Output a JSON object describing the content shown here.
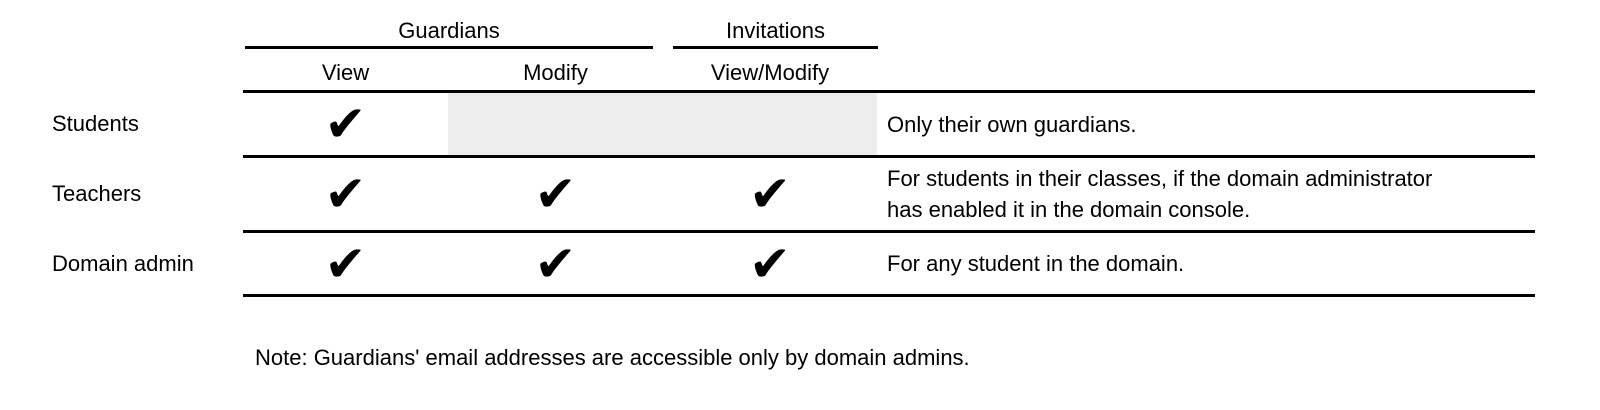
{
  "table": {
    "groups": [
      {
        "label": "Guardians",
        "sub_columns": [
          "View",
          "Modify"
        ]
      },
      {
        "label": "Invitations",
        "sub_columns": [
          "View/Modify"
        ]
      }
    ],
    "column_headers": {
      "view": "View",
      "modify": "Modify",
      "view_modify": "View/Modify"
    },
    "check_glyph": "✔",
    "rows": [
      {
        "label": "Students",
        "view": true,
        "modify": false,
        "view_modify": false,
        "shaded_cells": [
          "modify",
          "view_modify"
        ],
        "note": "Only their own guardians."
      },
      {
        "label": "Teachers",
        "view": true,
        "modify": true,
        "view_modify": true,
        "shaded_cells": [],
        "note": "For students in their classes, if the domain administrator has enabled it in the domain console."
      },
      {
        "label": "Domain admin",
        "view": true,
        "modify": true,
        "view_modify": true,
        "shaded_cells": [],
        "note": "For any student in the domain."
      }
    ]
  },
  "footnote": "Note: Guardians' email addresses are accessible only by domain admins.",
  "colors": {
    "text": "#000000",
    "rule": "#000000",
    "shaded_cell": "#ededed",
    "background": "#ffffff"
  }
}
